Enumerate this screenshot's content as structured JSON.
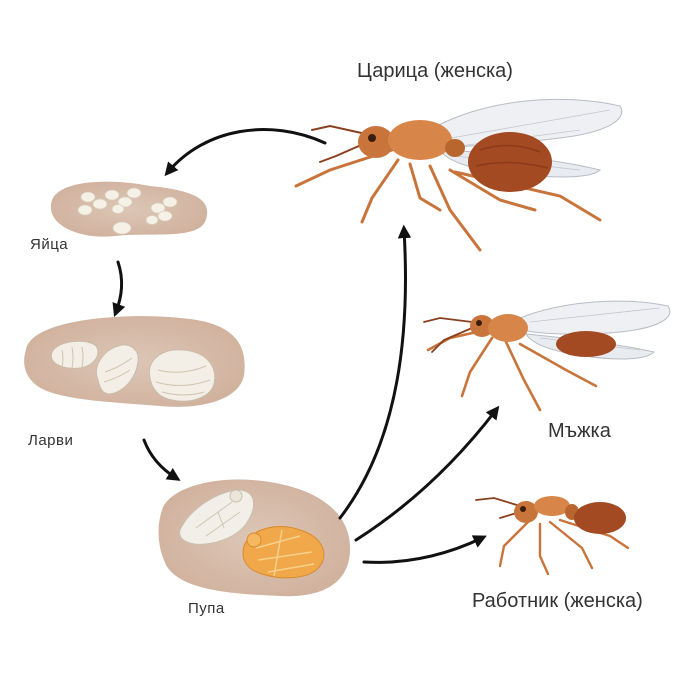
{
  "labels": {
    "eggs": "Яйца",
    "larvae": "Ларви",
    "pupa": "Пупа",
    "queen": "Царица (женска)",
    "male": "Мъжка",
    "worker": "Работник (женска)"
  },
  "colors": {
    "background": "#ffffff",
    "nest": "#d8bfae",
    "arrow": "#111111",
    "ant_body": "#cf7a3c",
    "ant_dark": "#8a3f1f",
    "wing": "#eef0f3"
  }
}
